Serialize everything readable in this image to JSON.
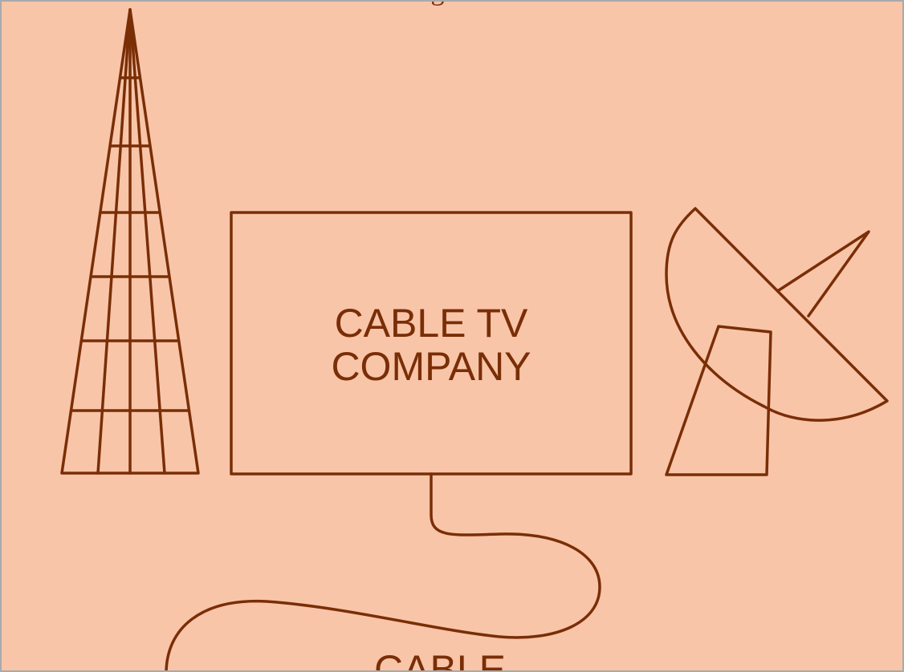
{
  "top_fragment": "g",
  "center_box": {
    "line1": "CABLE TV",
    "line2": "COMPANY"
  },
  "bottom_label": "CABLE",
  "colors": {
    "background": "#f8c5a9",
    "ink": "#7a2e06",
    "frame": "#a7aaad"
  },
  "icons": [
    "broadcast-tower-icon",
    "satellite-dish-icon"
  ]
}
